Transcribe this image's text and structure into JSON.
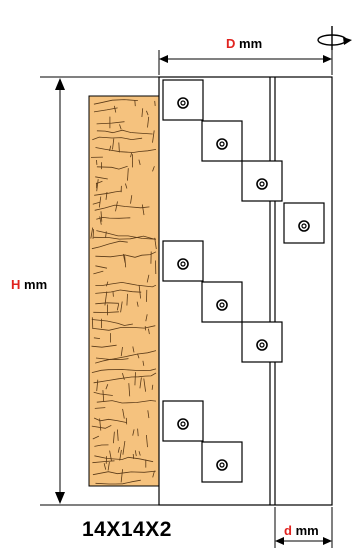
{
  "diagram": {
    "dimension_labels": {
      "D": {
        "letter": "D",
        "unit": "mm"
      },
      "H": {
        "letter": "H",
        "unit": "mm"
      },
      "d": {
        "letter": "d",
        "unit": "mm"
      }
    },
    "model_code": "14X14X2",
    "colors": {
      "accent": "#e0231f",
      "outline": "#000000",
      "wood": "#f5c27e",
      "wood_grain": "#5a3a18"
    },
    "icons": [
      "rotation-arrow-icon",
      "insert-screw-icon"
    ]
  }
}
